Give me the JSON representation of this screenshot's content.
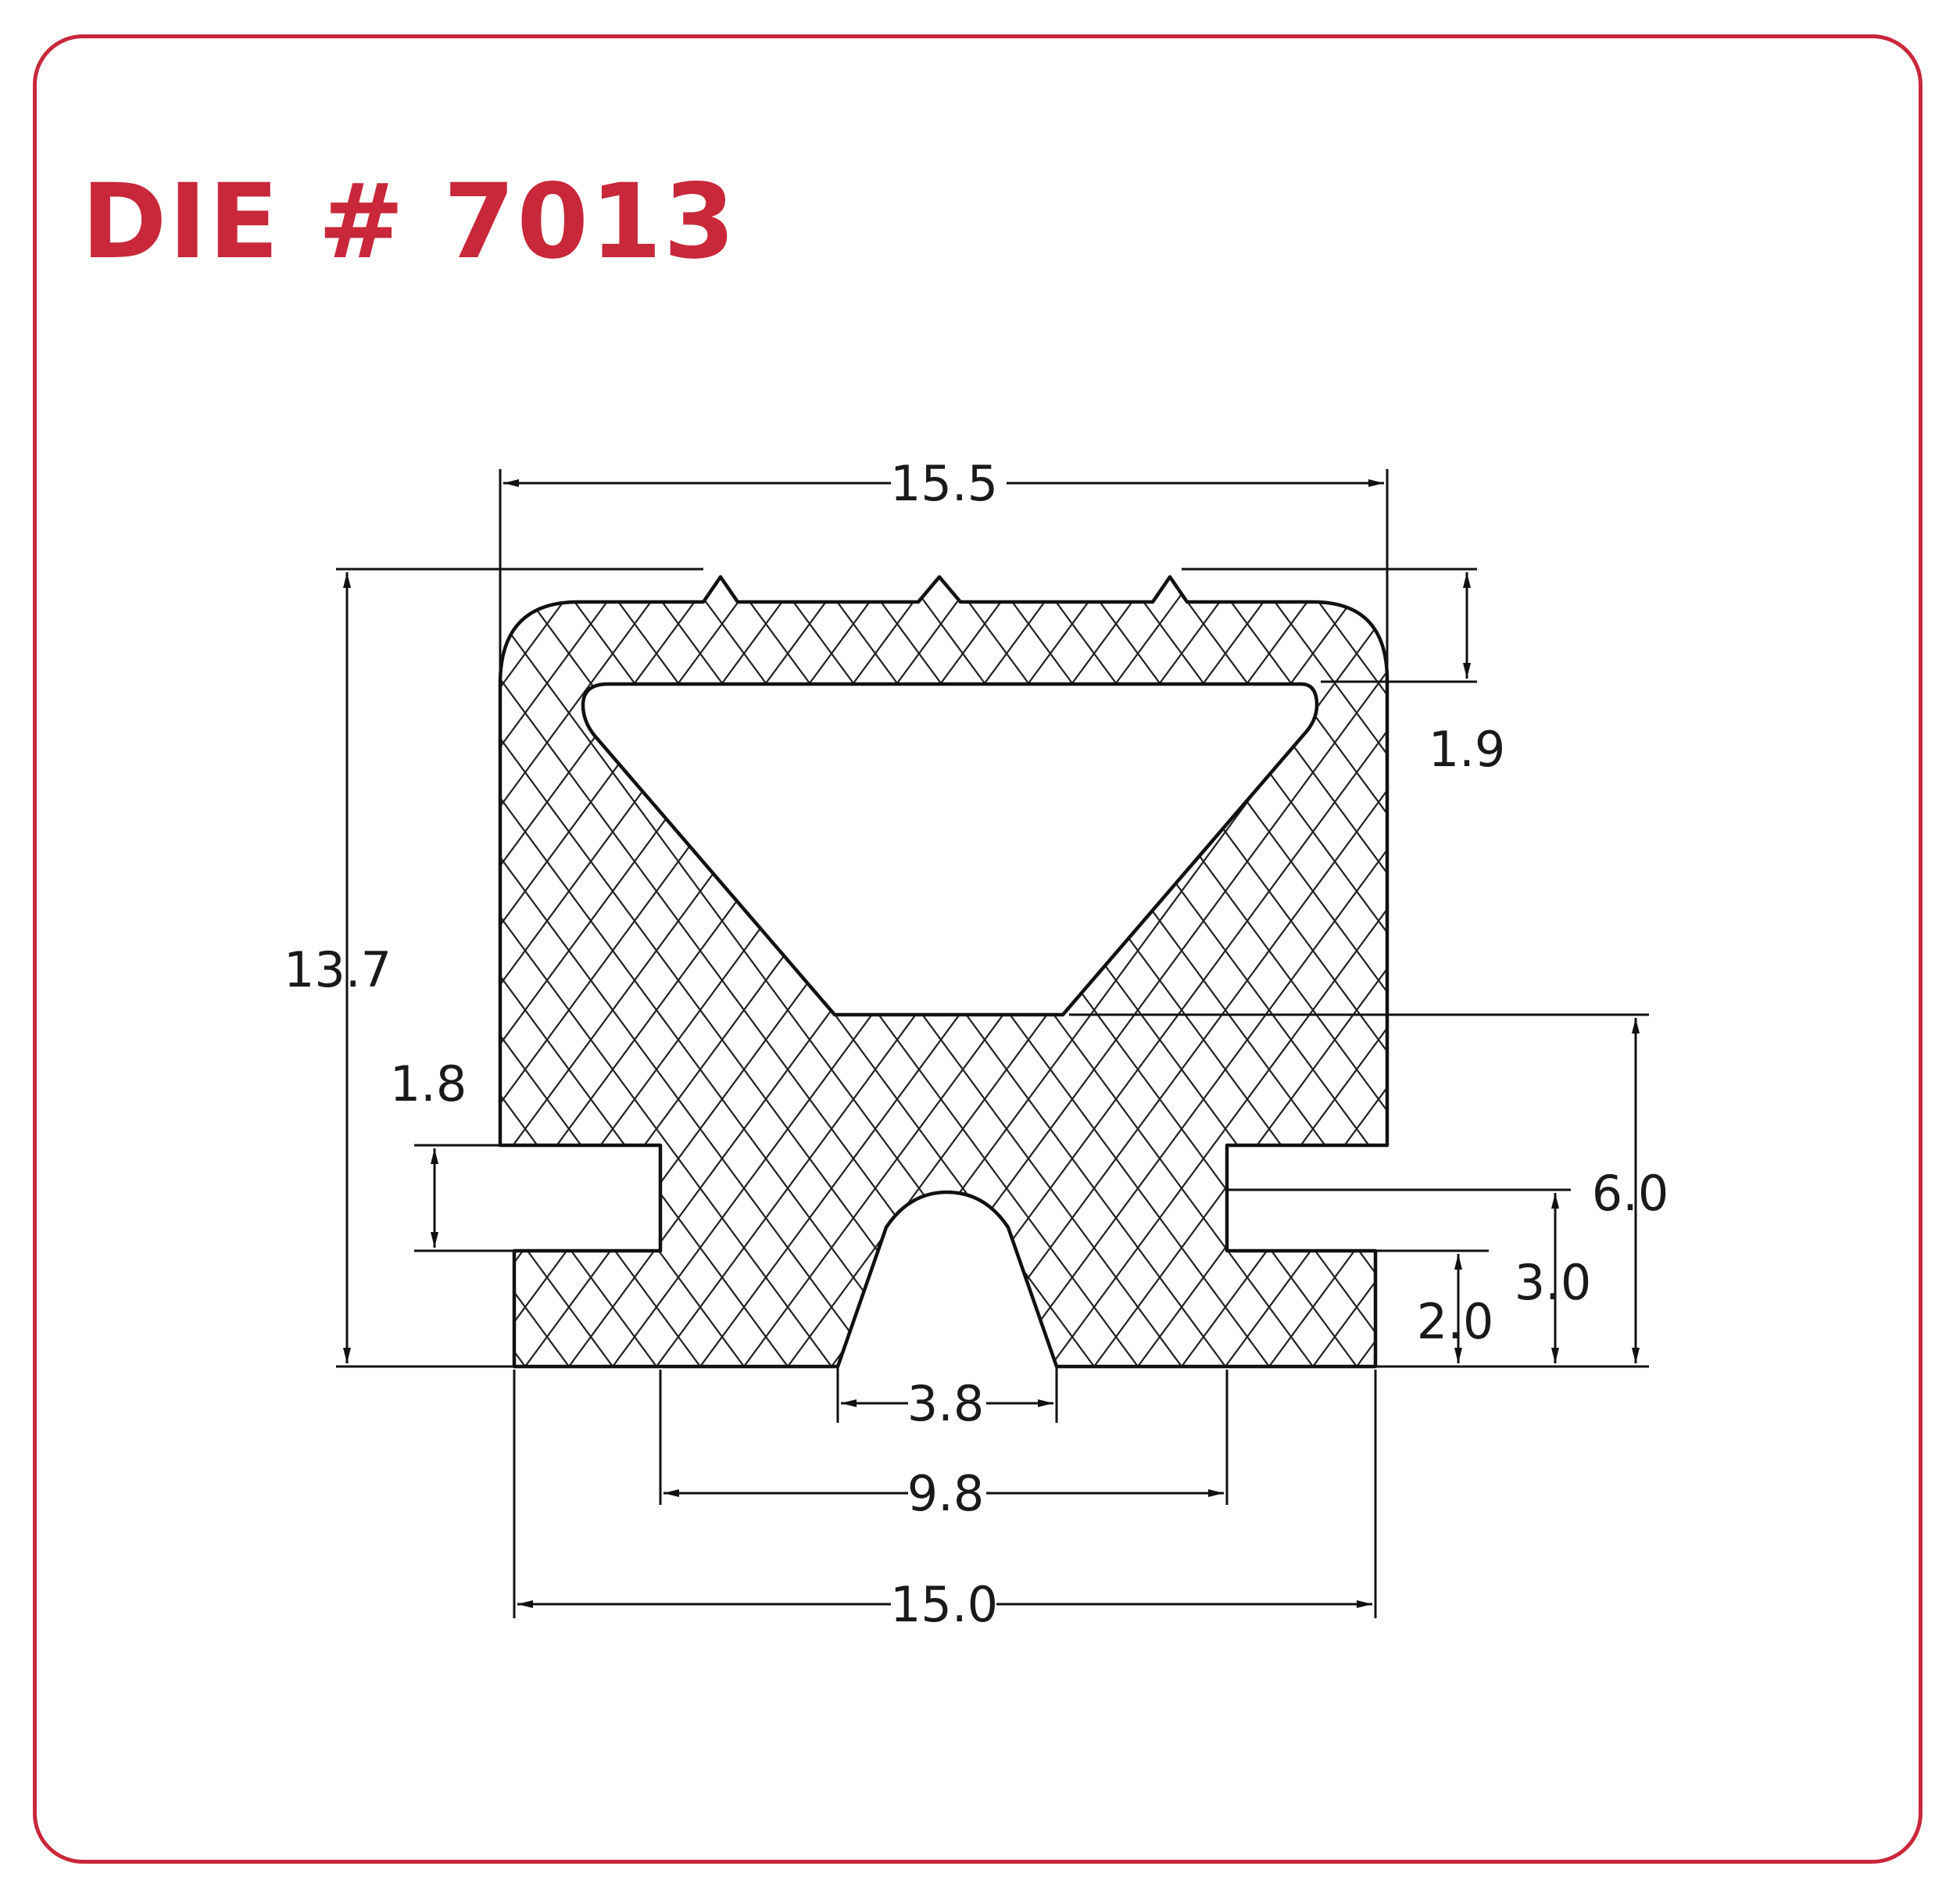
{
  "title": "DIE # 7013",
  "colors": {
    "accent": "#c8283a",
    "line": "#111111",
    "text": "#1a1a1a"
  },
  "dimensions": {
    "top_width": "15.5",
    "top_wall": "1.9",
    "overall_height": "13.7",
    "slot_height": "1.8",
    "lower_section_height": "6.0",
    "foot_height": "3.0",
    "flange_height": "2.0",
    "groove_width": "3.8",
    "stem_width": "9.8",
    "bottom_width": "15.0"
  }
}
